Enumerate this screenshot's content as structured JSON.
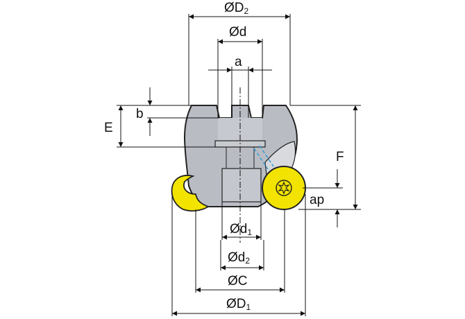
{
  "labels": {
    "D2": {
      "prefix": "ØD",
      "sub": "2"
    },
    "d": {
      "text": "Ød"
    },
    "a": {
      "text": "a"
    },
    "b": {
      "text": "b"
    },
    "E": {
      "text": "E"
    },
    "F": {
      "text": "F"
    },
    "ap": {
      "text": "ap"
    },
    "d1": {
      "prefix": "Ød",
      "sub": "1"
    },
    "d2": {
      "prefix": "Ød",
      "sub": "2"
    },
    "C": {
      "text": "ØC"
    },
    "D1": {
      "prefix": "ØD",
      "sub": "1"
    }
  },
  "colors": {
    "body_fill": "#b9bcc3",
    "body_outline": "#222222",
    "insert_fill": "#f2e400",
    "insert_outline": "#222222",
    "coolant_channel": "#3aa0d8",
    "dimension_lines": "#111111",
    "background": "#ffffff"
  },
  "icons": {
    "insert_screw": "torx-screw-icon"
  }
}
